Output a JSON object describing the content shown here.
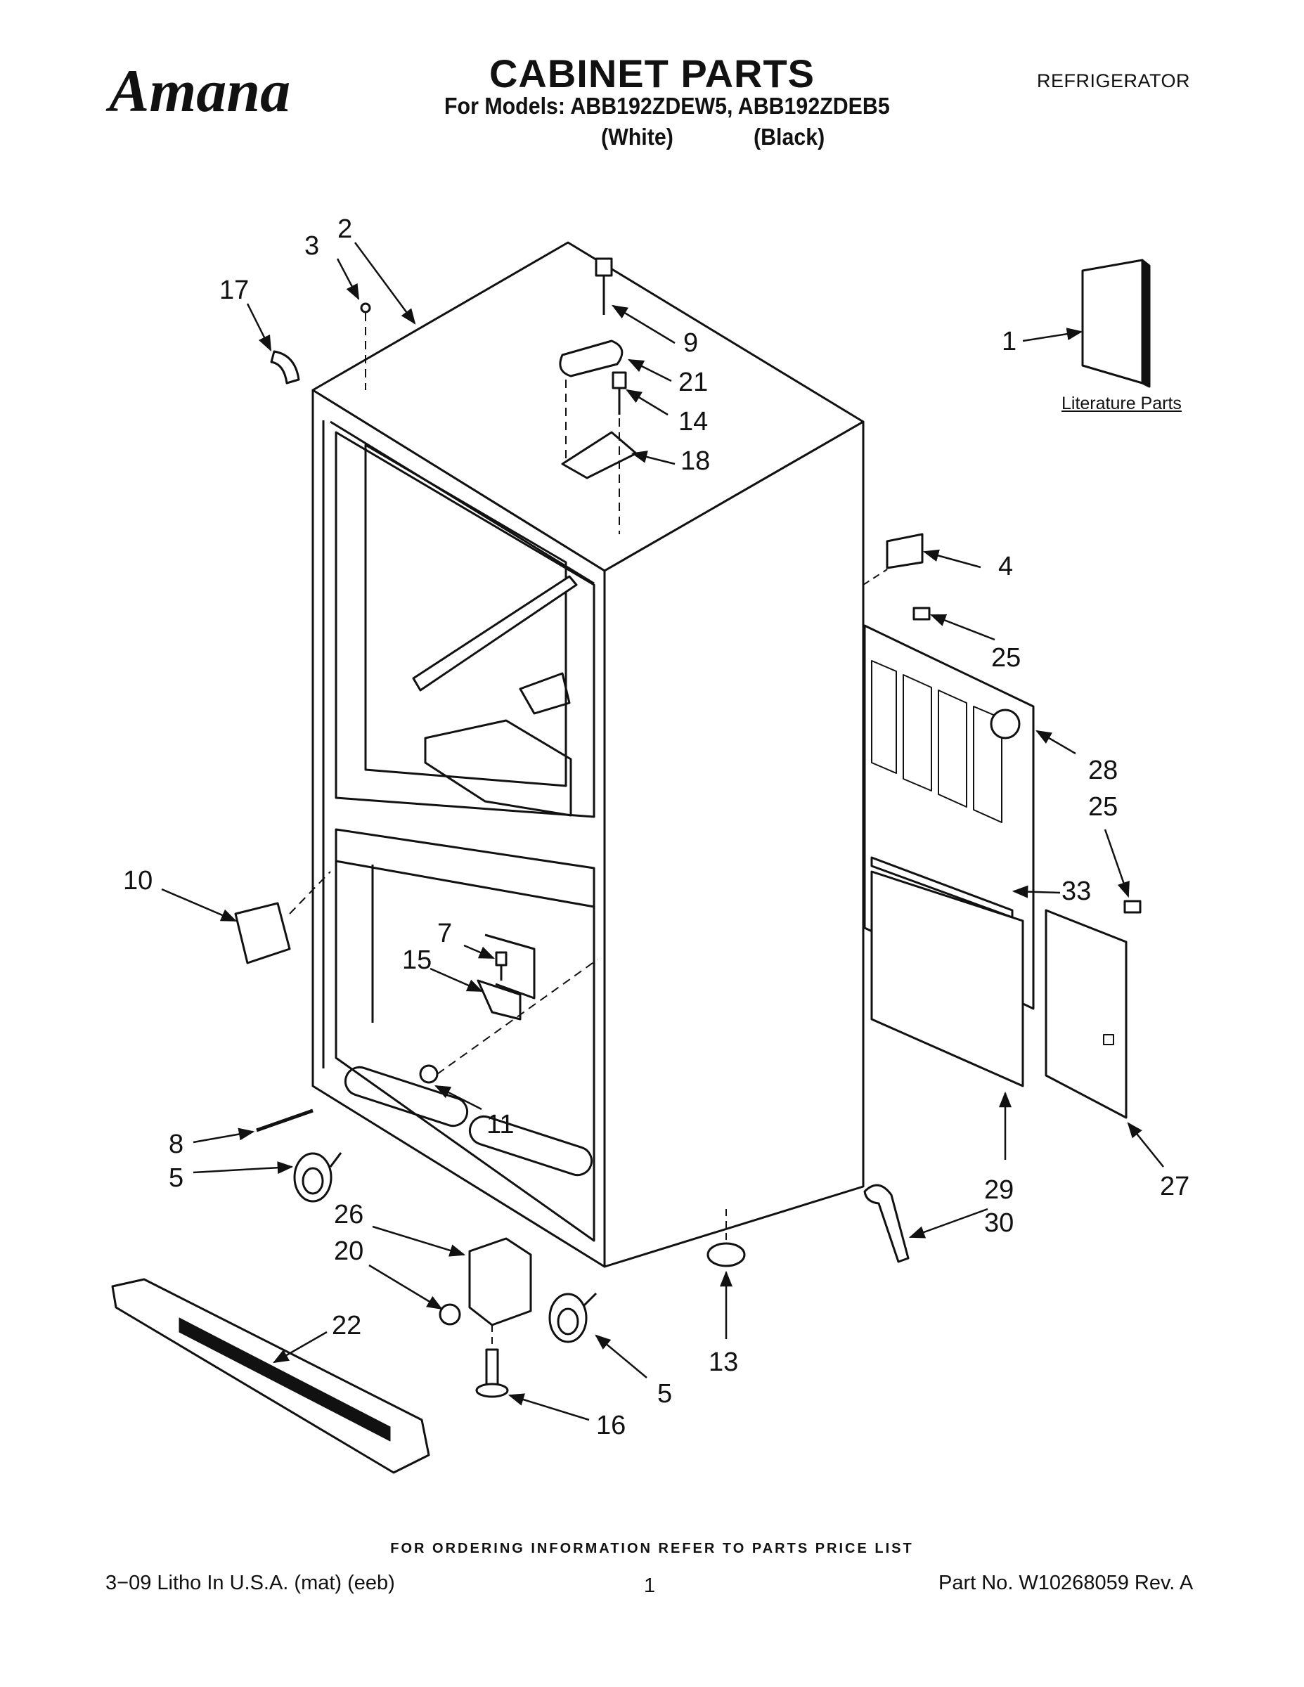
{
  "header": {
    "brand": "Amana",
    "title": "CABINET PARTS",
    "models_line": "For Models: ABB192ZDEW5, ABB192ZDEB5",
    "variants": [
      "(White)",
      "(Black)"
    ],
    "category": "REFRIGERATOR"
  },
  "diagram": {
    "literature_label": "Literature Parts",
    "callouts": [
      "1",
      "2",
      "3",
      "4",
      "5",
      "5",
      "7",
      "8",
      "9",
      "10",
      "11",
      "13",
      "14",
      "15",
      "16",
      "17",
      "18",
      "20",
      "21",
      "22",
      "25",
      "25",
      "26",
      "27",
      "28",
      "29",
      "30",
      "33"
    ]
  },
  "footer": {
    "ordering_info": "FOR ORDERING INFORMATION REFER TO PARTS PRICE LIST",
    "litho": "3−09 Litho In U.S.A. (mat) (eeb)",
    "page": "1",
    "part_no": "Part No. W10268059 Rev. A"
  }
}
